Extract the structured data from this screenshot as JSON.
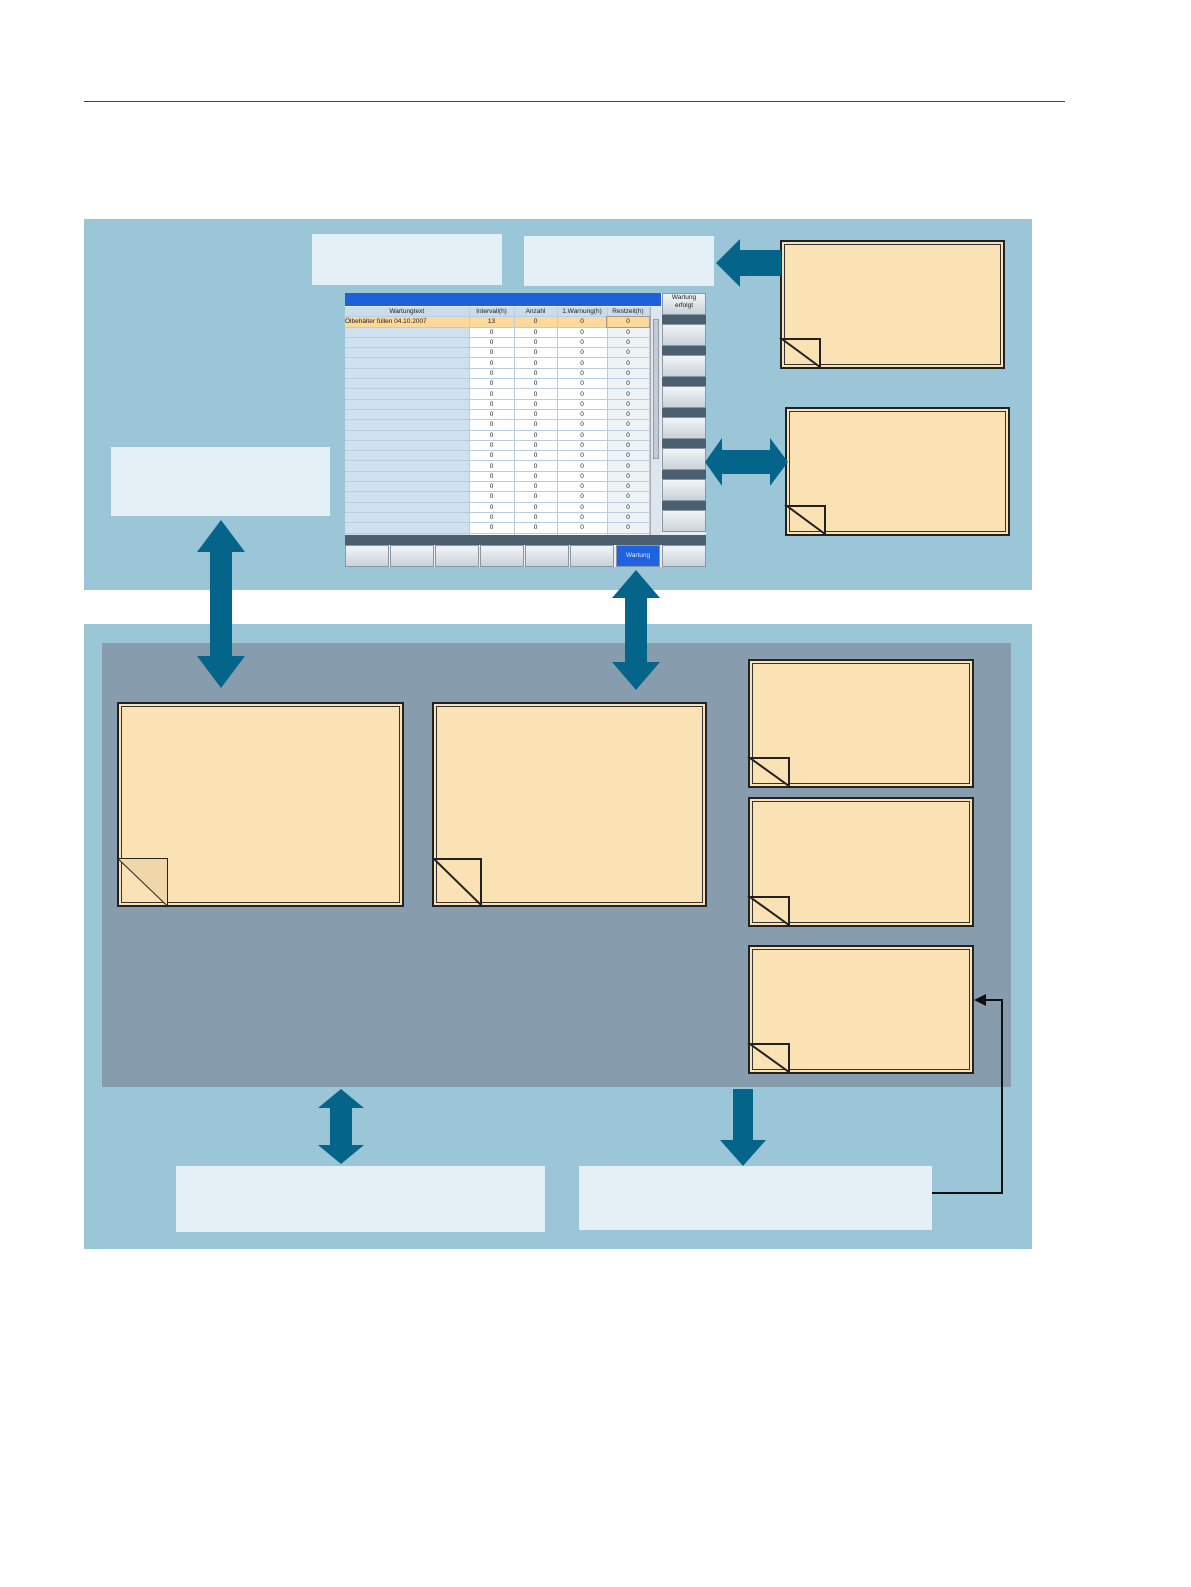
{
  "colors": {
    "panel": "#9ac6d8",
    "inner": "#879dad",
    "label_box": "#e5eff6",
    "note": "#fbe2b4",
    "arrow": "#04648a",
    "hmi_title": "#1f5fd9",
    "selected_row": "#fbd99c"
  },
  "hmi": {
    "columns": [
      "Wartungtext",
      "Intervall(h)",
      "Anzahl",
      "1.Warnung(h)",
      "Restzeit(h)"
    ],
    "first_row": [
      "Ölbehälter füllen 04.10.2007",
      "13",
      "0",
      "0",
      "0"
    ],
    "empty_row_values": [
      "",
      "0",
      "0",
      "0",
      "0"
    ],
    "side_button_label": "Wartung erfolgt",
    "softkey_active_label": "Wartung"
  }
}
